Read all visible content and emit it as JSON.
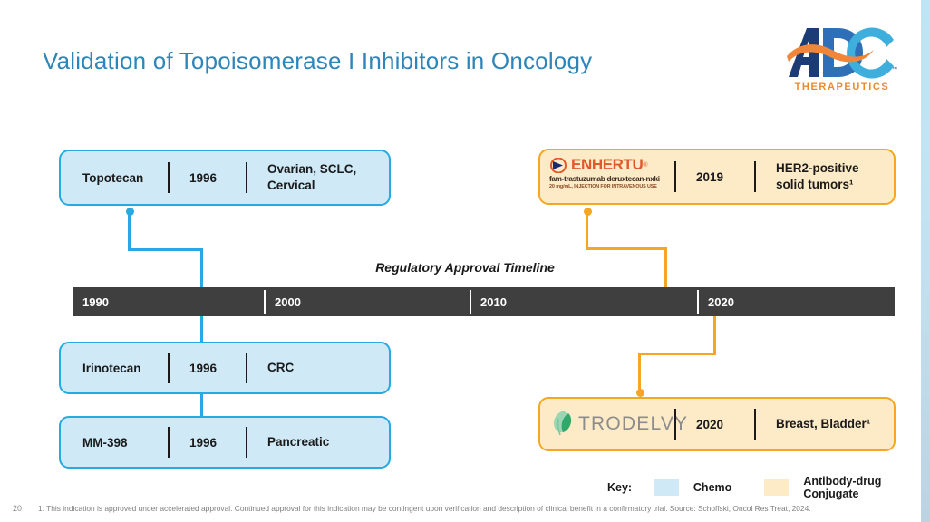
{
  "slide": {
    "title": "Validation of Topoisomerase I Inhibitors in Oncology",
    "number": "20",
    "footnote": "1. This indication is approved under accelerated approval. Continued approval for this indication may be contingent upon verification and description of clinical benefit in a confirmatory trial. Source: Schoffski, Oncol Res Treat, 2024."
  },
  "logo": {
    "letters": "ADC",
    "tagline": "THERAPEUTICS",
    "colors": {
      "a": "#1B3C74",
      "d": "#2E6FB7",
      "c": "#3EAEDC",
      "swoosh": "#F0863A",
      "tagline": "#E98A33"
    }
  },
  "timeline": {
    "caption": "Regulatory Approval Timeline",
    "bar_color": "#3F3F3F",
    "decades": [
      {
        "label": "1990"
      },
      {
        "label": "2000"
      },
      {
        "label": "2010"
      },
      {
        "label": "2020"
      }
    ]
  },
  "cards": {
    "topotecan": {
      "name": "Topotecan",
      "year": "1996",
      "indication": "Ovarian, SCLC, Cervical",
      "type": "Chemo"
    },
    "irinotecan": {
      "name": "Irinotecan",
      "year": "1996",
      "indication": "CRC",
      "type": "Chemo"
    },
    "mm398": {
      "name": "MM-398",
      "year": "1996",
      "indication": "Pancreatic",
      "type": "Chemo"
    },
    "enhertu": {
      "brand": "ENHERTU",
      "registered": "®",
      "generic": "fam-trastuzumab deruxtecan-nxki",
      "dosage": "20 mg/mL, INJECTION FOR INTRAVENOUS USE",
      "year": "2019",
      "indication": "HER2-positive solid tumors¹",
      "type": "Antibody-drug Conjugate"
    },
    "trodelvy": {
      "brand": "TRODELVY",
      "year": "2020",
      "indication": "Breast, Bladder¹",
      "type": "Antibody-drug Conjugate"
    }
  },
  "key": {
    "label": "Key:",
    "chemo": "Chemo",
    "adc": "Antibody-drug Conjugate",
    "chemo_color": "#CFE9F7",
    "adc_color": "#FDEBC8"
  }
}
